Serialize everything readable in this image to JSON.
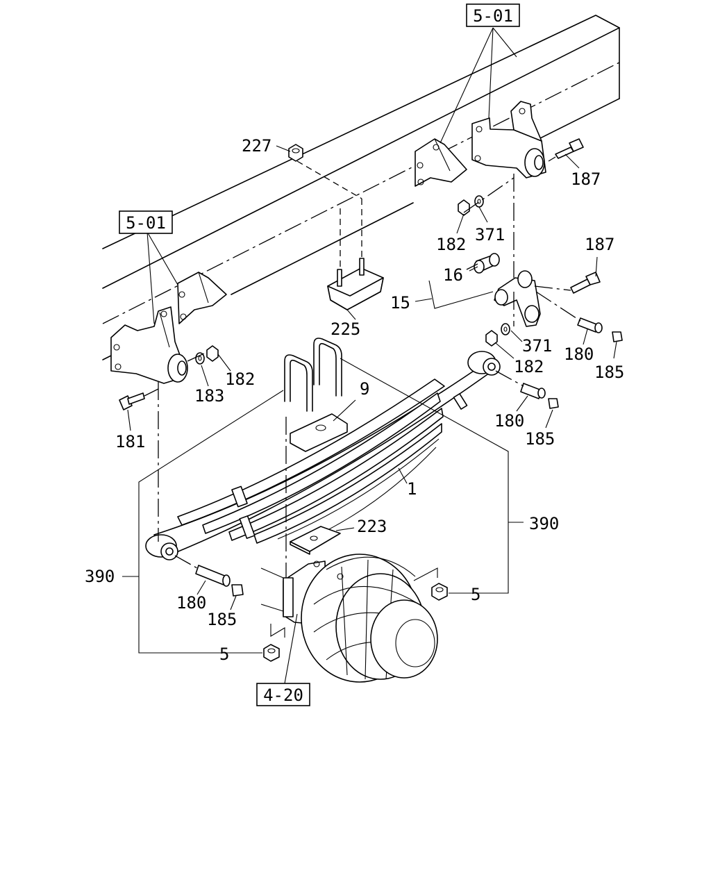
{
  "diagram": {
    "refs": {
      "frame_top": "5-01",
      "frame_left": "5-01",
      "axle": "4-20"
    },
    "callouts": {
      "c227": "227",
      "c187_top": "187",
      "c182_top": "182",
      "c371_top": "371",
      "c187_mid": "187",
      "c16": "16",
      "c15": "15",
      "c225": "225",
      "c371_mid": "371",
      "c182_mid": "182",
      "c180_right": "180",
      "c185_right": "185",
      "c183": "183",
      "c182_left": "182",
      "c181": "181",
      "c9": "9",
      "c180_mid": "180",
      "c185_mid": "185",
      "c1": "1",
      "c390_right": "390",
      "c223": "223",
      "c390_left": "390",
      "c180_low": "180",
      "c185_low": "185",
      "c5_right": "5",
      "c5_left": "5"
    }
  }
}
